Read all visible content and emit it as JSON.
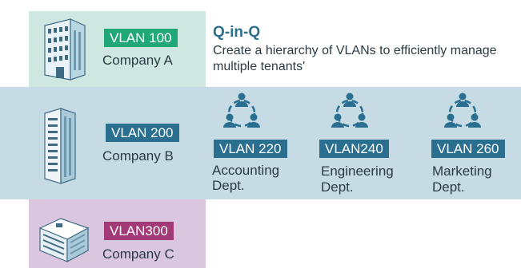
{
  "heading": {
    "title": "Q-in-Q",
    "description": "Create a hierarchy of VLANs to efficiently manage multiple tenants'"
  },
  "companies": [
    {
      "vlan": "VLAN 100",
      "name": "Company A",
      "color": "#22a877",
      "band_color": "#cfe7e1",
      "icon": "office-building-icon"
    },
    {
      "vlan": "VLAN 200",
      "name": "Company B",
      "color": "#2a6f90",
      "band_color": "#c6dbe3",
      "icon": "office-tower-icon"
    },
    {
      "vlan": "VLAN300",
      "name": "Company C",
      "color": "#a23a78",
      "band_color": "#dbc6e0",
      "icon": "office-block-icon"
    }
  ],
  "departments": [
    {
      "vlan": "VLAN 220",
      "line1": "Accounting",
      "line2": "Dept.",
      "icon": "team-group-icon"
    },
    {
      "vlan": "VLAN240",
      "line1": "Engineering",
      "line2": "Dept.",
      "icon": "team-group-icon"
    },
    {
      "vlan": "VLAN 260",
      "line1": "Marketing",
      "line2": "Dept.",
      "icon": "team-group-icon"
    }
  ]
}
